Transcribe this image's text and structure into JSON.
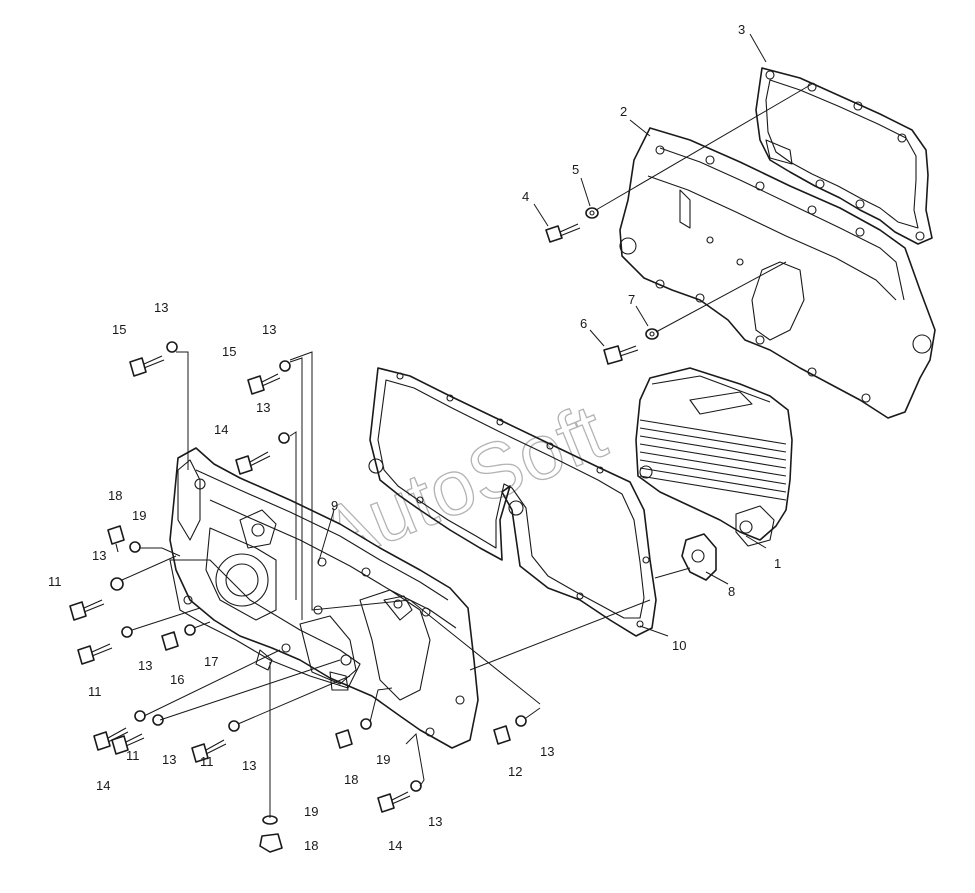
{
  "watermark": "AutoSoft",
  "callouts": [
    {
      "id": "c1",
      "label": "1"
    },
    {
      "id": "c2",
      "label": "2"
    },
    {
      "id": "c3",
      "label": "3"
    },
    {
      "id": "c4",
      "label": "4"
    },
    {
      "id": "c5",
      "label": "5"
    },
    {
      "id": "c6",
      "label": "6"
    },
    {
      "id": "c7",
      "label": "7"
    },
    {
      "id": "c8",
      "label": "8"
    },
    {
      "id": "c9",
      "label": "9"
    },
    {
      "id": "c10",
      "label": "10"
    },
    {
      "id": "c11a",
      "label": "11"
    },
    {
      "id": "c11b",
      "label": "11"
    },
    {
      "id": "c11c",
      "label": "11"
    },
    {
      "id": "c11d",
      "label": "11"
    },
    {
      "id": "c12",
      "label": "12"
    },
    {
      "id": "c13a",
      "label": "13"
    },
    {
      "id": "c13b",
      "label": "13"
    },
    {
      "id": "c13c",
      "label": "13"
    },
    {
      "id": "c13d",
      "label": "13"
    },
    {
      "id": "c13e",
      "label": "13"
    },
    {
      "id": "c13f",
      "label": "13"
    },
    {
      "id": "c13g",
      "label": "13"
    },
    {
      "id": "c13h",
      "label": "13"
    },
    {
      "id": "c13i",
      "label": "13"
    },
    {
      "id": "c14a",
      "label": "14"
    },
    {
      "id": "c14b",
      "label": "14"
    },
    {
      "id": "c14c",
      "label": "14"
    },
    {
      "id": "c15a",
      "label": "15"
    },
    {
      "id": "c15b",
      "label": "15"
    },
    {
      "id": "c16",
      "label": "16"
    },
    {
      "id": "c17",
      "label": "17"
    },
    {
      "id": "c18a",
      "label": "18"
    },
    {
      "id": "c18b",
      "label": "18"
    },
    {
      "id": "c18c",
      "label": "18"
    },
    {
      "id": "c19a",
      "label": "19"
    },
    {
      "id": "c19b",
      "label": "19"
    },
    {
      "id": "c19c",
      "label": "19"
    }
  ]
}
